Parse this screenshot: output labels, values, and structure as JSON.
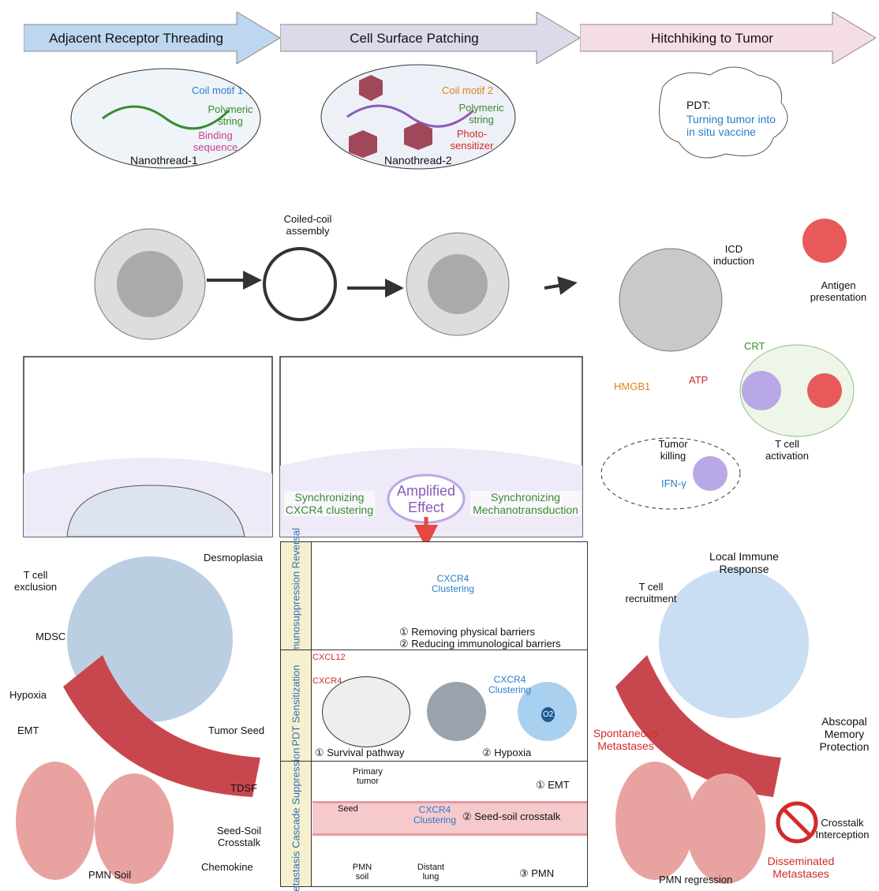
{
  "stages": [
    {
      "label": "Adjacent Receptor Threading",
      "color": "#bcd7ef"
    },
    {
      "label": "Cell Surface Patching",
      "color": "#dcd9ea"
    },
    {
      "label": "Hitchhiking to Tumor",
      "color": "#f4dde6"
    }
  ],
  "nanothread1": {
    "coil": "Coil motif 1",
    "string": "Polymeric string",
    "binding": "Binding sequence",
    "name": "Nanothread-1"
  },
  "nanothread2": {
    "coil": "Coil motif 2",
    "string": "Polymeric string",
    "ps": "Photo-sensitizer",
    "name": "Nanothread-2"
  },
  "assembly": "Coiled-coil assembly",
  "pdt": {
    "title": "PDT:",
    "text": "Turning tumor into in situ vaccine"
  },
  "icd": {
    "icd": "ICD induction",
    "antigen": "Antigen presentation",
    "crt": "CRT",
    "hmgb1": "HMGB1",
    "atp": "ATP",
    "activation": "T cell activation",
    "killing": "Tumor killing",
    "ifn": "IFN-γ"
  },
  "mechanism": {
    "left": "Synchronizing CXCR4 clustering",
    "center": "Amplified Effect",
    "right": "Synchronizing Mechanotransduction"
  },
  "left_tumor": {
    "exclusion": "T cell exclusion",
    "desmoplasia": "Desmoplasia",
    "mdsc": "MDSC",
    "hypoxia": "Hypoxia",
    "emt": "EMT",
    "seed": "Tumor Seed",
    "tdsf": "TDSF",
    "crosstalk": "Seed-Soil Crosstalk",
    "pmn": "PMN Soil",
    "chemokine": "Chemokine"
  },
  "effects": [
    {
      "side": "Immunosuppression Reversal",
      "clustering": "CXCR4 Clustering",
      "items": [
        "① Removing physical barriers",
        "② Reducing immunological barriers"
      ]
    },
    {
      "side": "PDT Sensitization",
      "cxcl12": "CXCL12",
      "cxcr4": "CXCR4",
      "clustering": "CXCR4 Clustering",
      "items": [
        "① Survival pathway",
        "② Hypoxia"
      ],
      "o2": "O2"
    },
    {
      "side": "Metastasis Cascade Suppression",
      "primary": "Primary tumor",
      "seed": "Seed",
      "clustering": "CXCR4 Clustering",
      "pmn_soil": "PMN soil",
      "distant": "Distant lung",
      "items": [
        "① EMT",
        "② Seed-soil crosstalk",
        "③ PMN"
      ]
    }
  ],
  "right_tumor": {
    "recruit": "T cell recruitment",
    "local": "Local Immune Response",
    "spont": "Spontaneous Metastases",
    "abscopal": "Abscopal Memory Protection",
    "crosstalk": "Crosstalk Interception",
    "dissem": "Disseminated Metastases",
    "pmn": "PMN regression"
  },
  "colors": {
    "green": "#3a8a2e",
    "blue": "#2a7ccc",
    "pink": "#d0408a",
    "orange": "#d9861c",
    "red": "#d22a2a",
    "purple": "#8a5ab8"
  }
}
